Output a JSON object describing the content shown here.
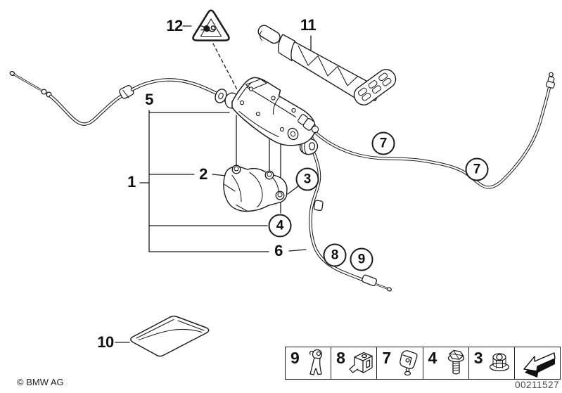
{
  "footer": {
    "copyright": "© BMW AG",
    "document_number": "00211527"
  },
  "callouts": {
    "c1": "1",
    "c2": "2",
    "c3": "3",
    "c4": "4",
    "c5": "5",
    "c6": "6",
    "c7a": "7",
    "c7b": "7",
    "c8": "8",
    "c9": "9",
    "c10": "10",
    "c11": "11",
    "c12": "12"
  },
  "legend": {
    "items": [
      {
        "num": "9",
        "icon": "fork-clip-icon"
      },
      {
        "num": "8",
        "icon": "cable-clamp-icon"
      },
      {
        "num": "7",
        "icon": "spring-clip-icon"
      },
      {
        "num": "4",
        "icon": "flange-bolt-icon"
      },
      {
        "num": "3",
        "icon": "flange-nut-icon"
      },
      {
        "num": "",
        "icon": "continuation-arrow-icon"
      }
    ]
  },
  "colors": {
    "line": "#1c1c1c",
    "text": "#111111",
    "muted": "#474747"
  }
}
